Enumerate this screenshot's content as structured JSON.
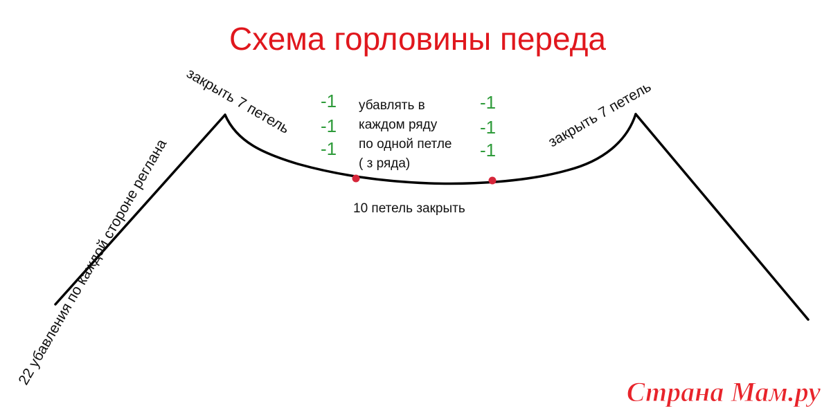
{
  "title": "Схема горловины переда",
  "labels": {
    "left_close": "закрыть 7 петель",
    "right_close": "закрыть 7 петель",
    "center_close": "10 петель закрыть",
    "raglan": "22 убавления по каждой стороне реглана",
    "decrease_lines": [
      "убавлять в",
      "каждом ряду",
      "по одной петле",
      "( з ряда)"
    ]
  },
  "minus_marks": {
    "left": [
      "-1",
      "-1",
      "-1"
    ],
    "right": [
      "-1",
      "-1",
      "-1"
    ]
  },
  "watermark": "Страна Мам.ру",
  "colors": {
    "title": "#e0171d",
    "minus": "#2e9b3a",
    "marker": "#d6263a",
    "watermark_fill": "#e8242b",
    "line": "#000000"
  }
}
